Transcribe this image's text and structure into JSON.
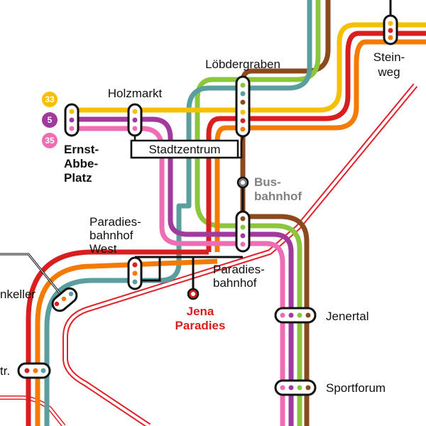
{
  "colors": {
    "line_yellow": "#f5c000",
    "line_purple": "#a23a9e",
    "line_pink": "#ee6db4",
    "line_orange": "#f47a00",
    "line_red": "#d81e1e",
    "line_green": "#8cc63e",
    "line_teal": "#5a9ea0",
    "line_brown": "#8b4a1c",
    "rail": "#e0222a"
  },
  "legend": [
    {
      "label": "33",
      "color": "#f5c000"
    },
    {
      "label": "5",
      "color": "#a23a9e"
    },
    {
      "label": "35",
      "color": "#ee6db4"
    }
  ],
  "stops": {
    "steinweg": [
      "Stein-",
      "weg"
    ],
    "loebdergraben": "Löbdergraben",
    "holzmarkt": "Holzmarkt",
    "ernst_abbe_platz": [
      "Ernst-",
      "Abbe-",
      "Platz"
    ],
    "stadtzentrum": "Stadtzentrum",
    "busbahnhof": [
      "Bus-",
      "bahnhof"
    ],
    "paradiesbahnhof_west": [
      "Paradies-",
      "bahnhof",
      "West"
    ],
    "paradiesbahnhof": [
      "Paradies-",
      "bahnhof"
    ],
    "jena_paradies": [
      "Jena",
      "Paradies"
    ],
    "jenertal": "Jenertal",
    "sportforum": "Sportforum",
    "keller_partial": "nkeller",
    "str_partial": "tr."
  }
}
